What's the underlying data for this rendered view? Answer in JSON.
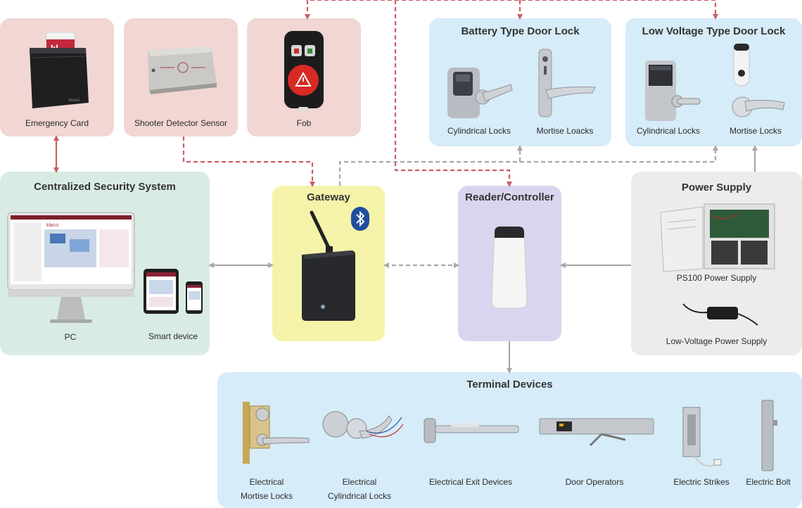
{
  "top_cards": {
    "emergency_card": "Emergency Card",
    "shooter_sensor": "Shooter Detector Sensor",
    "fob": "Fob"
  },
  "battery_lock": {
    "title": "Battery Type Door Lock",
    "cylindrical": "Cylindrical Locks",
    "mortise": "Mortise Loacks"
  },
  "low_voltage_lock": {
    "title": "Low Voltage Type Door Lock",
    "cylindrical": "Cylindrical Locks",
    "mortise": "Mortise Locks"
  },
  "central": {
    "title": "Centralized Security System",
    "pc": "PC",
    "smart_device": "Smart device",
    "screen_brand": "klacci"
  },
  "gateway": {
    "title": "Gateway"
  },
  "reader": {
    "title": "Reader/Controller"
  },
  "power": {
    "title": "Power Supply",
    "ps100": "PS100 Power Supply",
    "low_voltage": "Low-Voltage Power Supply"
  },
  "terminal": {
    "title": "Terminal Devices",
    "mortise_line1": "Electrical",
    "mortise_line2": "Mortise Locks",
    "cyl_line1": "Electrical",
    "cyl_line2": "Cylindrical Locks",
    "exit": "Electrical Exit Devices",
    "operators": "Door Operators",
    "strikes": "Electric Strikes",
    "bolt": "Electric Bolt"
  },
  "card_brand": "klacci",
  "colors": {
    "wire_red": "#cd5c67",
    "wire_gray": "#a8a8a8",
    "bluetooth": "#1f4e9e"
  }
}
